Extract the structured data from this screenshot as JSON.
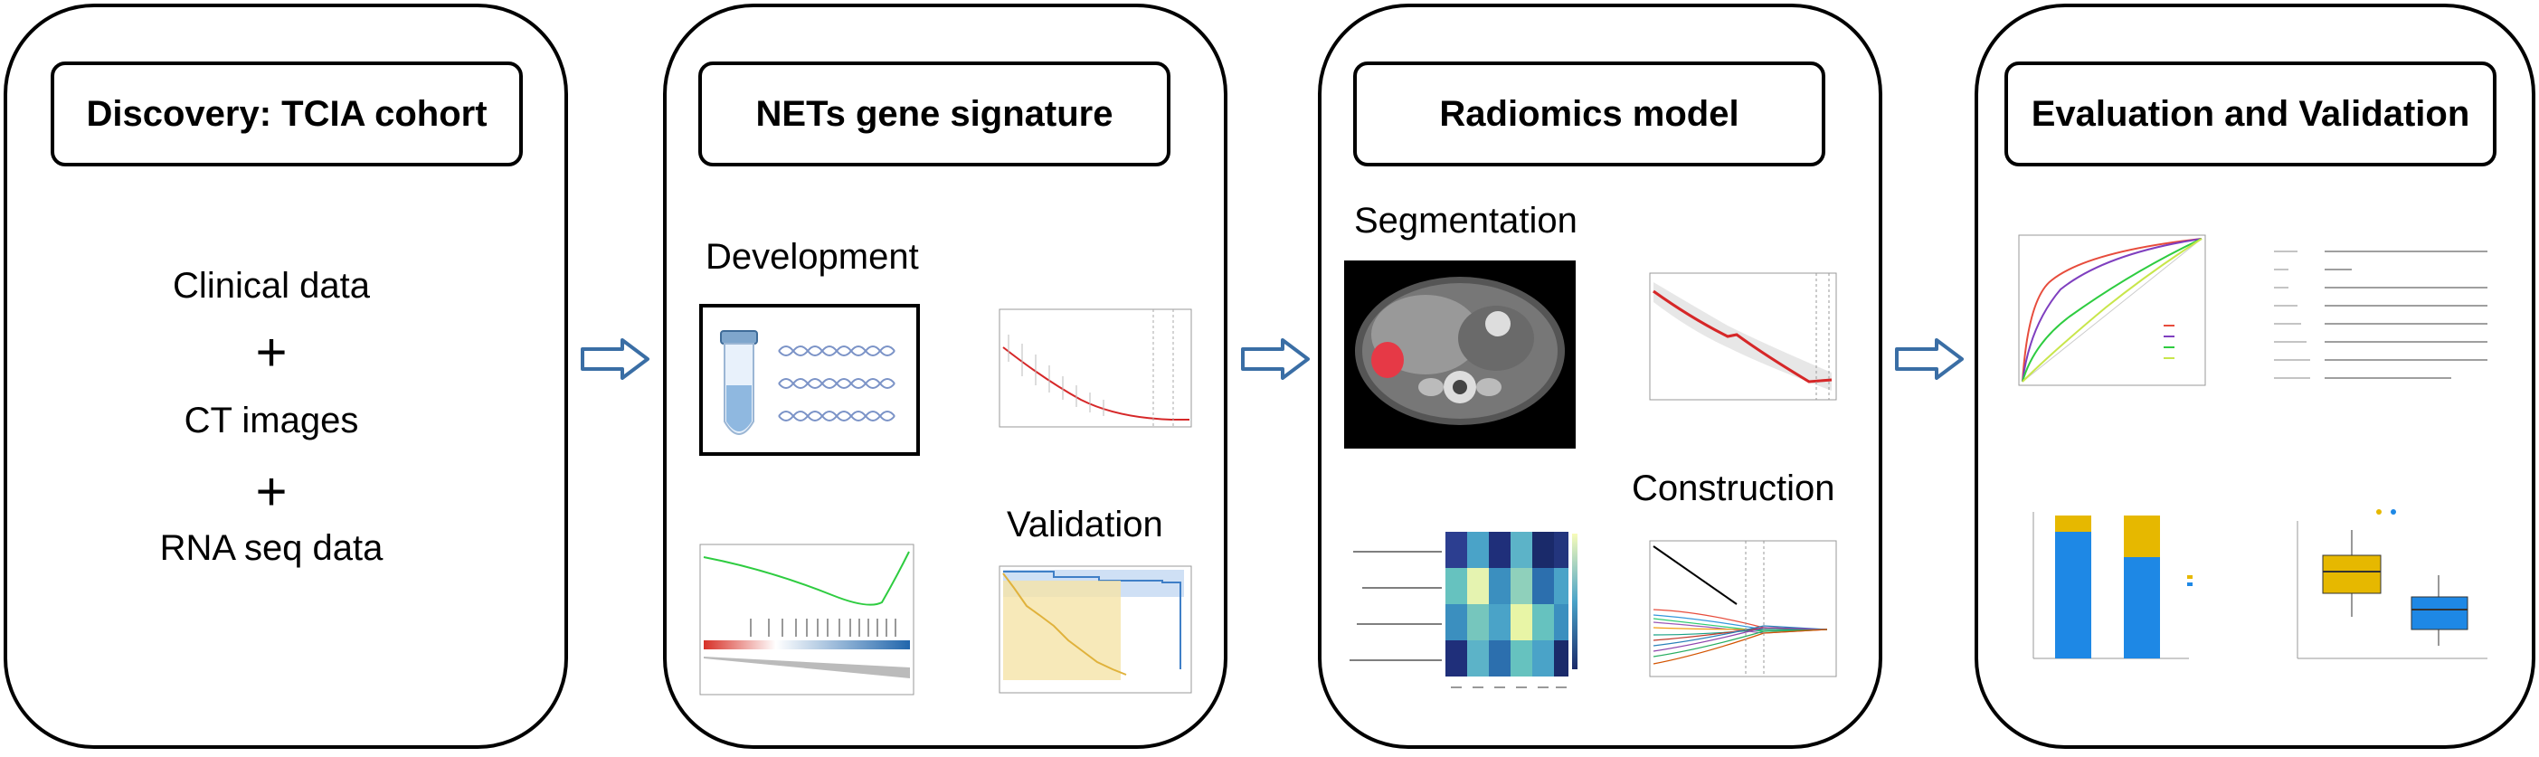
{
  "panels": [
    {
      "title": "Discovery: TCIA cohort",
      "items": [
        "Clinical data",
        "CT images",
        "RNA seq data"
      ],
      "plus": "+"
    },
    {
      "title": "NETs gene signature",
      "sections": {
        "development": "Development",
        "validation": "Validation"
      }
    },
    {
      "title": "Radiomics model",
      "sections": {
        "segmentation": "Segmentation",
        "construction": "Construction"
      }
    },
    {
      "title": "Evaluation and Validation"
    }
  ],
  "colors": {
    "arrow": "#3a6ea5",
    "curve_red": "#d62728",
    "curve_green": "#2ecc40",
    "km_blue": "#3f7fc7",
    "km_gold": "#e0b23c",
    "bar_blue": "#1e88e5",
    "bar_gold": "#e6b800"
  }
}
